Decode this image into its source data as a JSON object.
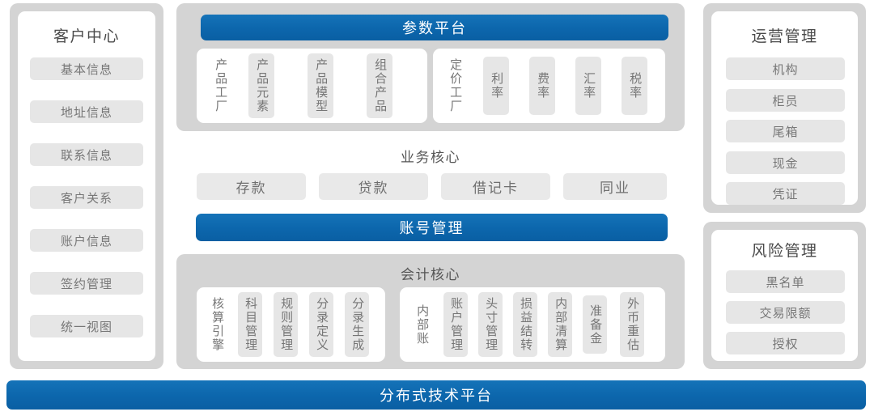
{
  "colors": {
    "accent_blue": "#0c66ac",
    "panel_gray": "#d4d4d4",
    "tile_gray": "#e6e6e6",
    "card_white": "#ffffff",
    "title_text": "#4a4a4a",
    "item_text": "#777777"
  },
  "customer_center": {
    "title": "客户中心",
    "items": [
      {
        "label": "基本信息"
      },
      {
        "label": "地址信息"
      },
      {
        "label": "联系信息"
      },
      {
        "label": "客户关系"
      },
      {
        "label": "账户信息"
      },
      {
        "label": "签约管理"
      },
      {
        "label": "统一视图"
      }
    ]
  },
  "parameter_platform": {
    "title": "参数平台",
    "groups": [
      {
        "name": "product-factory-group",
        "tiles": [
          {
            "label": "产品工厂",
            "style": "plain"
          },
          {
            "label": "产品元素",
            "style": "filled"
          },
          {
            "label": "产品模型",
            "style": "filled"
          },
          {
            "label": "组合产品",
            "style": "filled"
          }
        ]
      },
      {
        "name": "pricing-factory-group",
        "tiles": [
          {
            "label": "定价工厂",
            "style": "plain"
          },
          {
            "label": "利率",
            "style": "filled"
          },
          {
            "label": "费率",
            "style": "filled"
          },
          {
            "label": "汇率",
            "style": "filled"
          },
          {
            "label": "税率",
            "style": "filled"
          }
        ]
      }
    ]
  },
  "business_core": {
    "title": "业务核心",
    "items": [
      {
        "label": "存款"
      },
      {
        "label": "贷款"
      },
      {
        "label": "借记卡"
      },
      {
        "label": "同业"
      }
    ]
  },
  "account_management": {
    "title": "账号管理"
  },
  "accounting_core": {
    "title": "会计核心",
    "groups": [
      {
        "name": "accounting-engine-group",
        "tiles": [
          {
            "label": "核算引擎",
            "style": "plain"
          },
          {
            "label": "科目管理",
            "style": "filled"
          },
          {
            "label": "规则管理",
            "style": "filled"
          },
          {
            "label": "分录定义",
            "style": "filled"
          },
          {
            "label": "分录生成",
            "style": "filled"
          }
        ]
      },
      {
        "name": "internal-account-group",
        "tiles": [
          {
            "label": "内部账",
            "style": "plain"
          },
          {
            "label": "账户管理",
            "style": "filled"
          },
          {
            "label": "头寸管理",
            "style": "filled"
          },
          {
            "label": "损益结转",
            "style": "filled"
          },
          {
            "label": "内部清算",
            "style": "filled"
          },
          {
            "label": "准备金",
            "style": "filled"
          },
          {
            "label": "外币重估",
            "style": "filled"
          }
        ]
      }
    ]
  },
  "operations_management": {
    "title": "运营管理",
    "items": [
      {
        "label": "机构"
      },
      {
        "label": "柜员"
      },
      {
        "label": "尾箱"
      },
      {
        "label": "现金"
      },
      {
        "label": "凭证"
      }
    ]
  },
  "risk_management": {
    "title": "风险管理",
    "items": [
      {
        "label": "黑名单"
      },
      {
        "label": "交易限额"
      },
      {
        "label": "授权"
      }
    ]
  },
  "footer": {
    "title": "分布式技术平台"
  }
}
